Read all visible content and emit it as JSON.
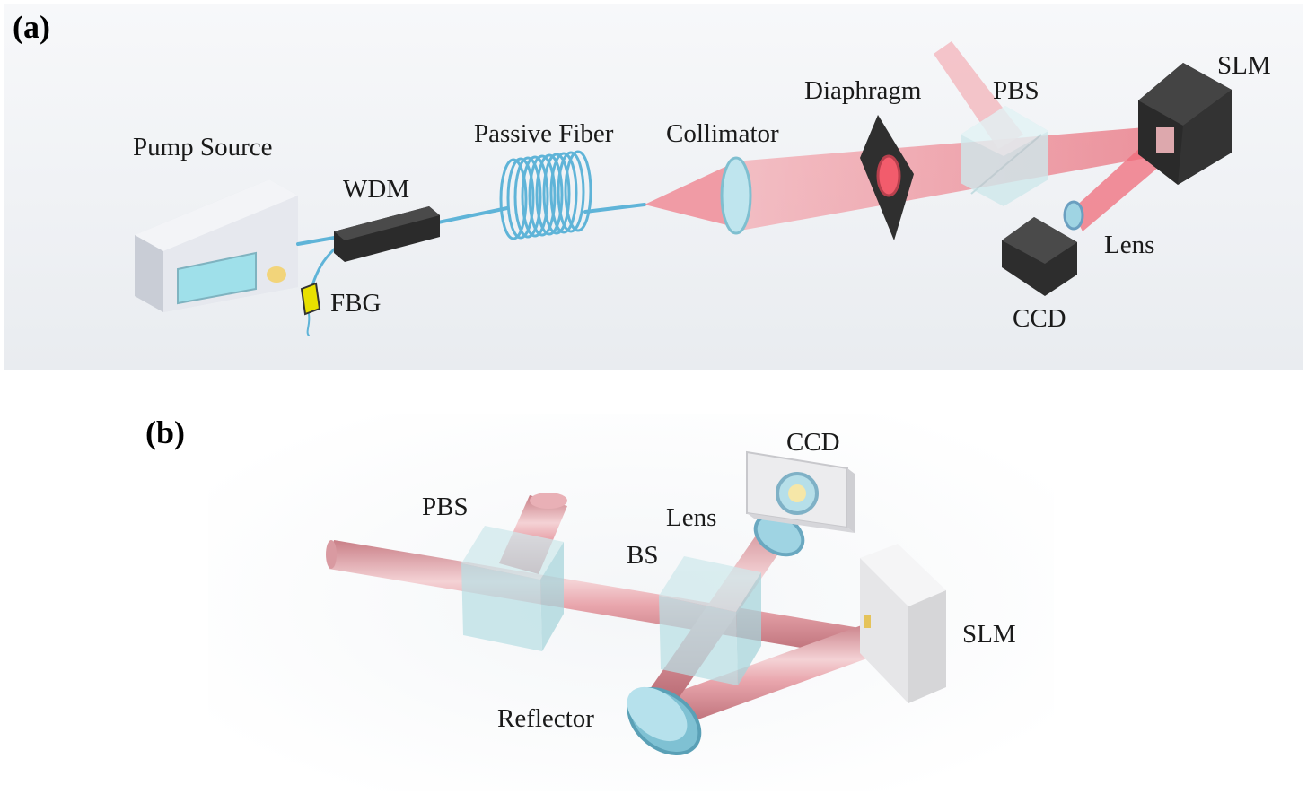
{
  "panel_a": {
    "panel_label": "(a)",
    "labels": {
      "pump_source": "Pump Source",
      "wdm": "WDM",
      "fbg": "FBG",
      "passive_fiber": "Passive Fiber",
      "collimator": "Collimator",
      "diaphragm": "Diaphragm",
      "pbs": "PBS",
      "slm": "SLM",
      "lens": "Lens",
      "ccd": "CCD"
    }
  },
  "panel_b": {
    "panel_label": "(b)",
    "labels": {
      "pbs": "PBS",
      "ccd": "CCD",
      "lens": "Lens",
      "bs": "BS",
      "slm": "SLM",
      "reflector": "Reflector"
    }
  },
  "colors": {
    "beam": "#f06b7a",
    "beam_tube": "#e8a4aa",
    "glass": "#a8dbe0",
    "fiber": "#5fb4d8",
    "device_dark": "#2b2b2b",
    "background": "#eff1f4"
  }
}
